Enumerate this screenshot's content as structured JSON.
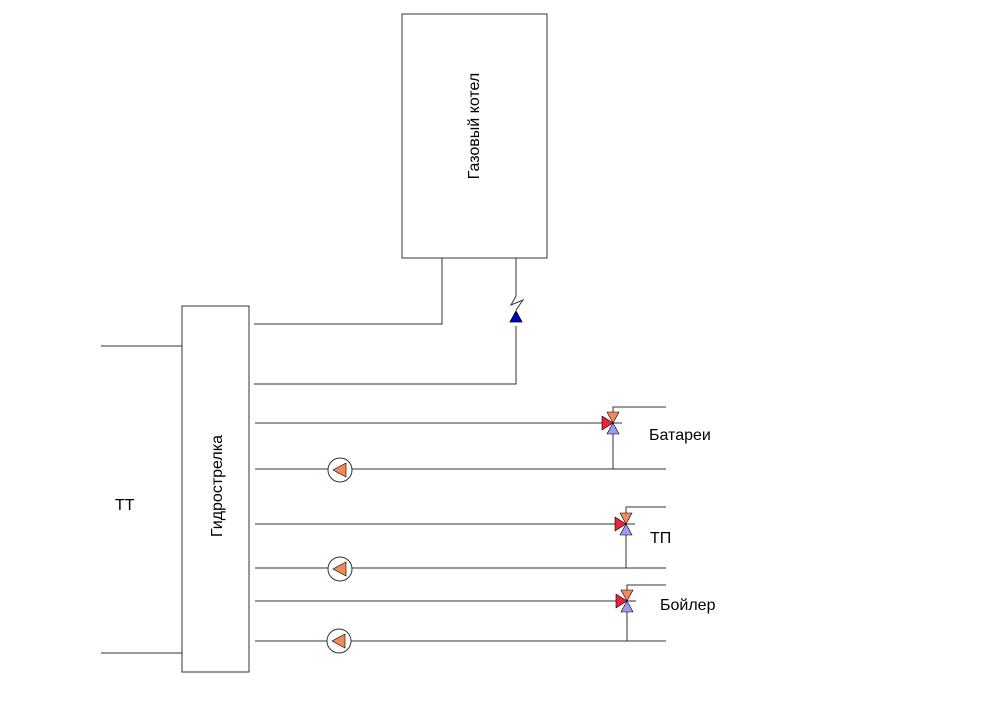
{
  "labels": {
    "boiler": "Газовый котел",
    "hydro_separator": "Гидрострелка",
    "solid_fuel": "ТТ",
    "radiators": "Батареи",
    "floor_heating": "ТП",
    "water_heater": "Бойлер"
  },
  "colors": {
    "line": "#333333",
    "pump_fill": "#f08a5d",
    "valve_supply": "#e8233a",
    "valve_hot": "#f08a5d",
    "valve_return": "#9c9cf0",
    "check_valve": "#0000cc"
  },
  "icons": {
    "pump": "circulation-pump-icon",
    "mixing_valve": "three-way-mixing-valve-icon",
    "check_valve": "check-valve-icon"
  }
}
